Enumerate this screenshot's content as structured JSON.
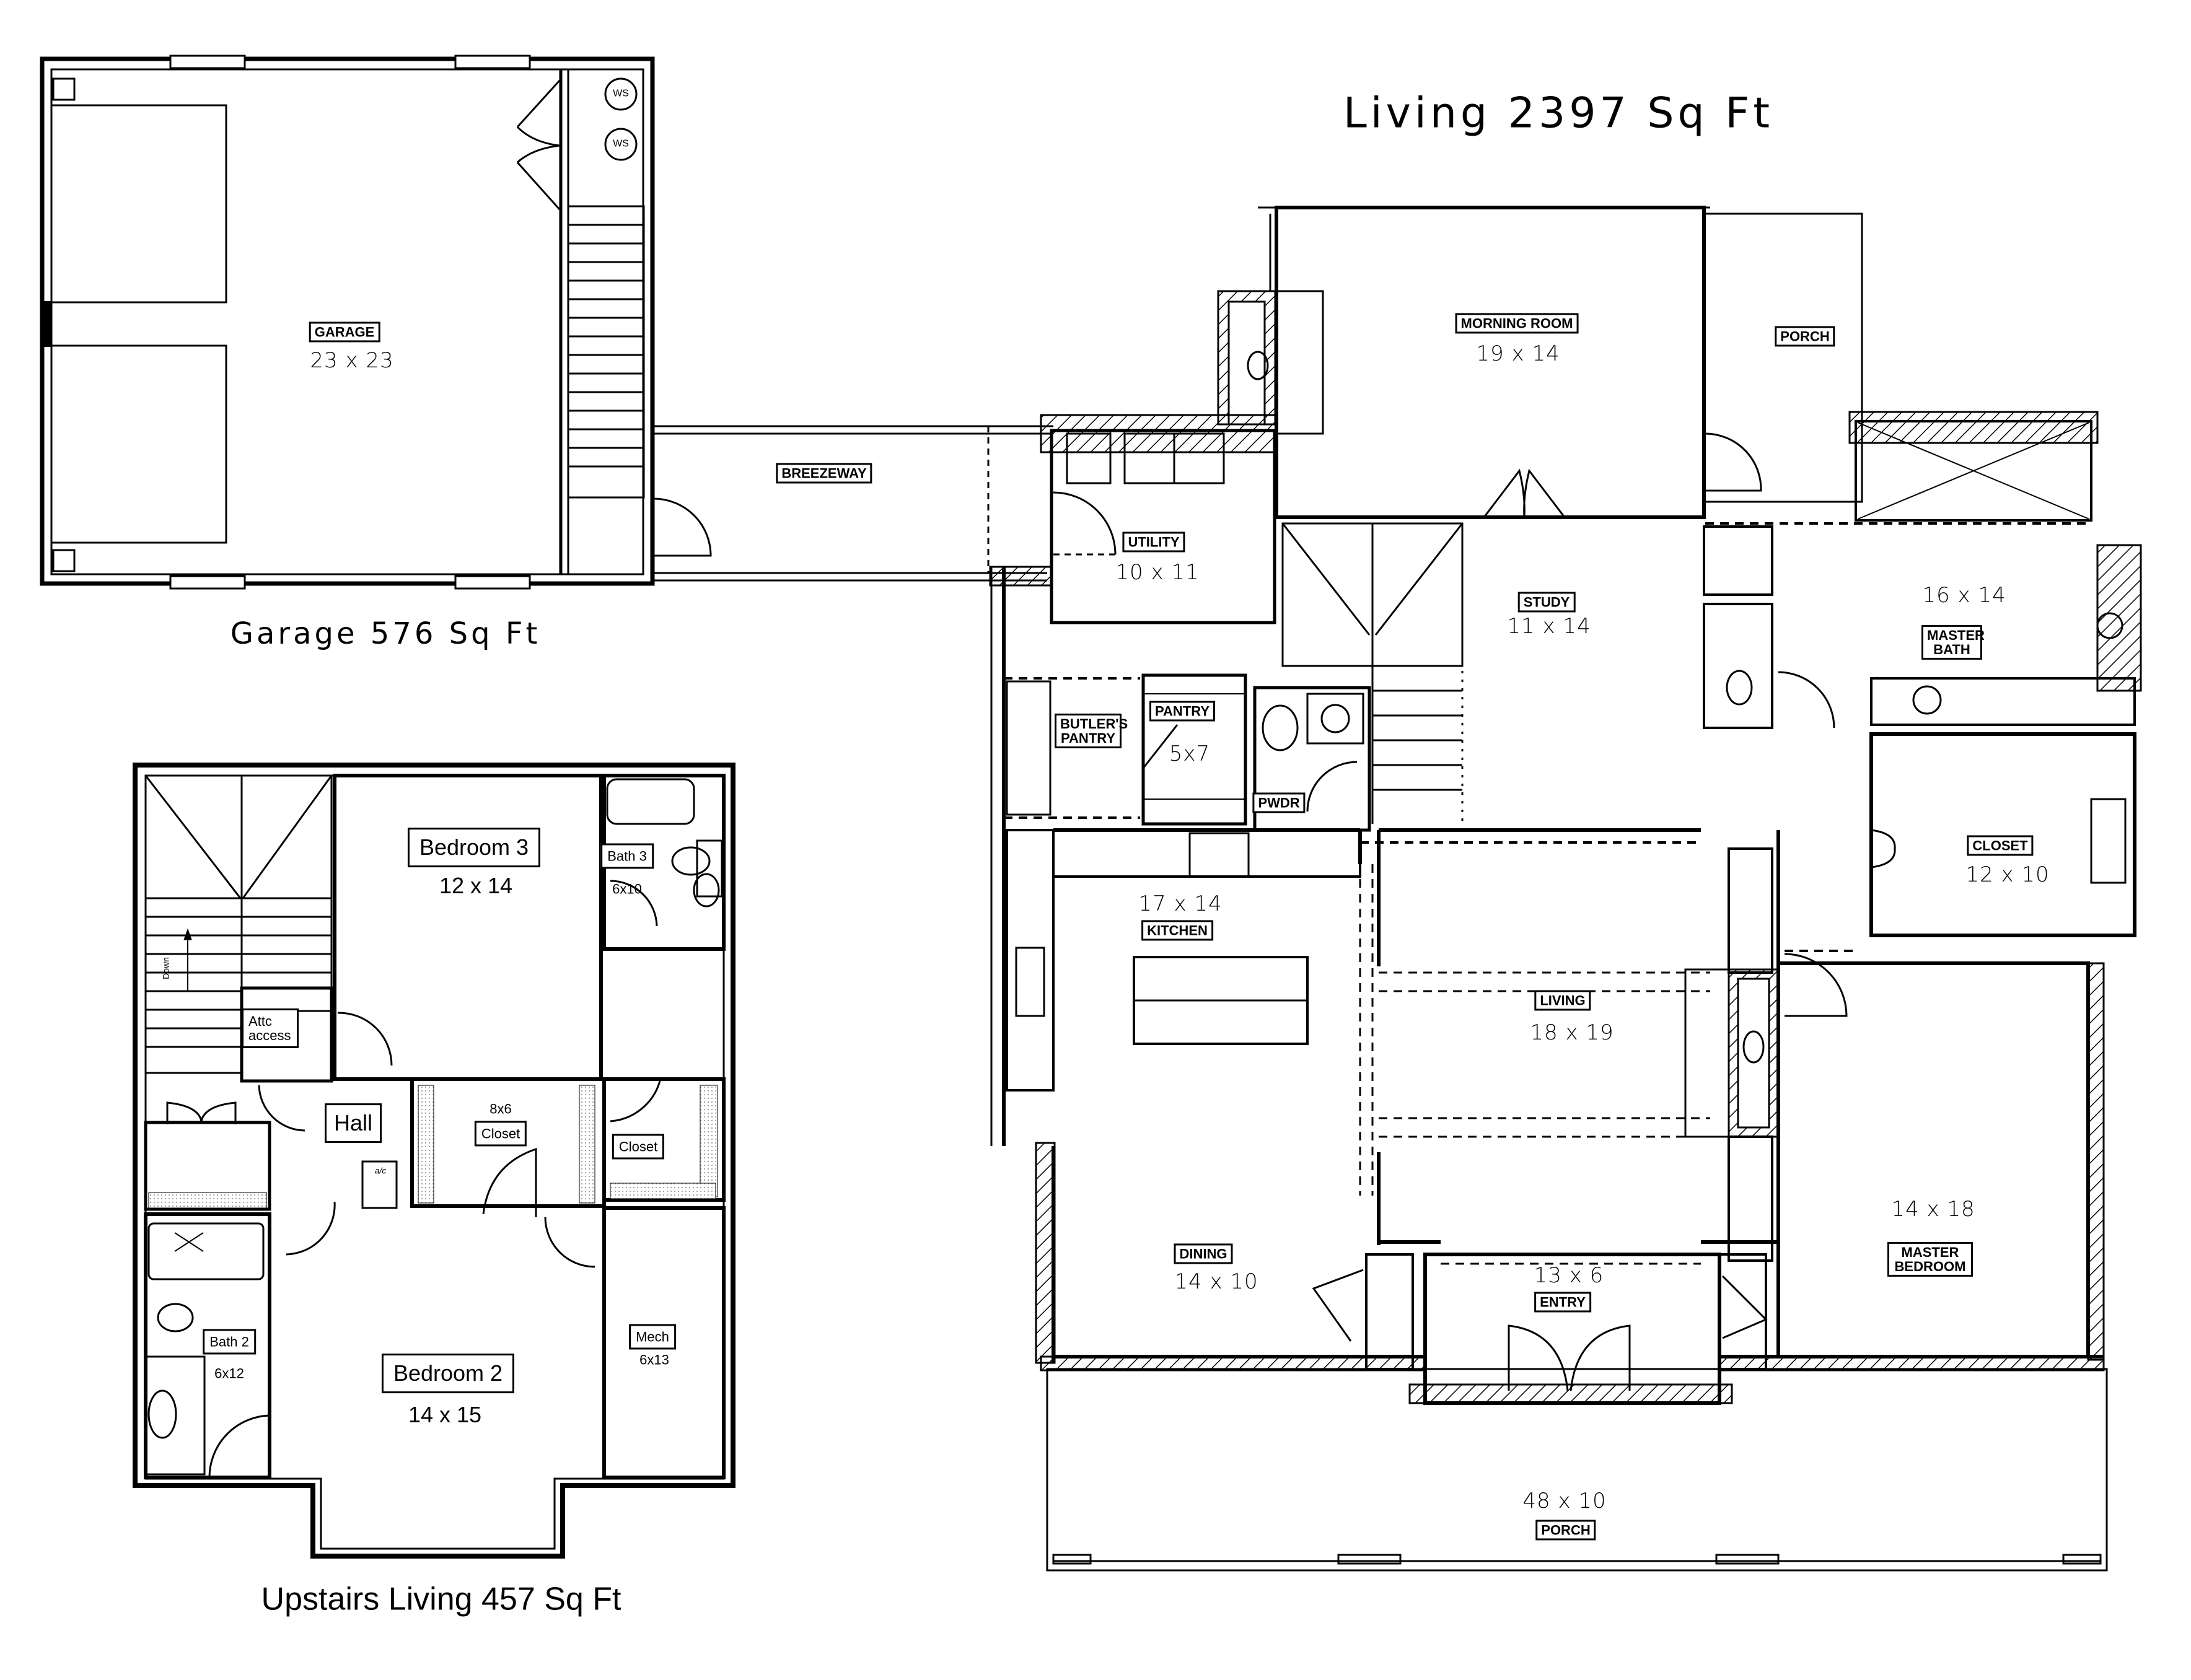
{
  "titles": {
    "living": "Living 2397 Sq Ft",
    "garage": "Garage 576 Sq Ft",
    "upstairs": "Upstairs Living 457 Sq Ft"
  },
  "garage": {
    "label": "GARAGE",
    "dims": "23 x 23",
    "ws1": "WS",
    "ws2": "WS"
  },
  "breezeway": {
    "label": "BREEZEWAY"
  },
  "main_floor": {
    "morning_room": {
      "label": "MORNING ROOM",
      "dims": "19 x 14"
    },
    "porch_rear": {
      "label": "PORCH"
    },
    "utility": {
      "label": "UTILITY",
      "dims": "10 x 11"
    },
    "study": {
      "label": "STUDY",
      "dims": "11 x 14"
    },
    "master_bath": {
      "label": "MASTER BATH",
      "dims": "16 x 14"
    },
    "butlers_pantry": {
      "label": "BUTLER'S PANTRY"
    },
    "pantry": {
      "label": "PANTRY",
      "dims": "5x7"
    },
    "powder": {
      "label": "PWDR"
    },
    "closet": {
      "label": "CLOSET",
      "dims": "12 x 10"
    },
    "kitchen": {
      "label": "KITCHEN",
      "dims": "17 x 14"
    },
    "living": {
      "label": "LIVING",
      "dims": "18 x 19"
    },
    "dining": {
      "label": "DINING",
      "dims": "14 x 10"
    },
    "entry": {
      "label": "ENTRY",
      "dims": "13 x 6"
    },
    "master_bedroom": {
      "label": "MASTER BEDROOM",
      "dims": "14 x 18"
    },
    "porch_front": {
      "label": "PORCH",
      "dims": "48 x 10"
    }
  },
  "upstairs": {
    "bedroom3": {
      "label": "Bedroom 3",
      "dims": "12 x 14"
    },
    "bath3": {
      "label": "Bath 3",
      "dims": "6x10"
    },
    "attic": {
      "label": "Attc access"
    },
    "hall": {
      "label": "Hall"
    },
    "closet_8x6": {
      "label": "Closet",
      "dims": "8x6"
    },
    "closet_b3": {
      "label": "Closet"
    },
    "ac": {
      "label": "a/c"
    },
    "bath2": {
      "label": "Bath 2",
      "dims": "6x12"
    },
    "bedroom2": {
      "label": "Bedroom 2",
      "dims": "14 x 15"
    },
    "mech": {
      "label": "Mech",
      "dims": "6x13"
    },
    "stair_note": "Down"
  }
}
